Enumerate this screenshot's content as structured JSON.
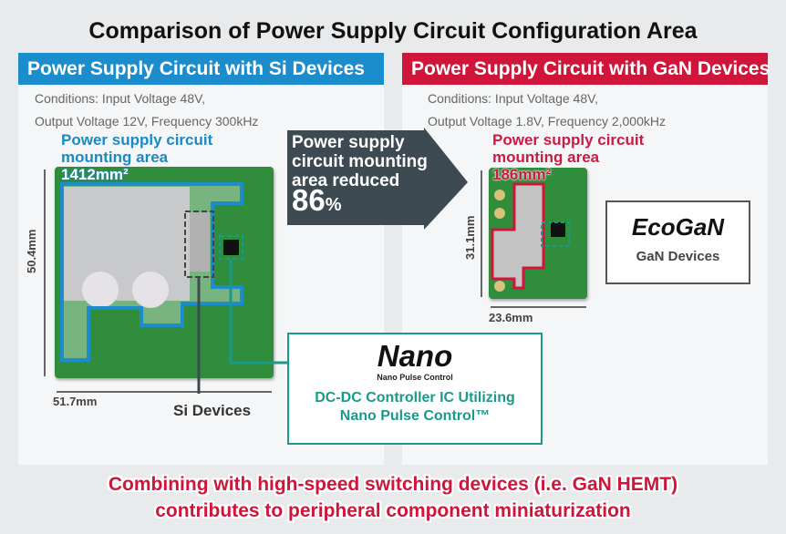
{
  "title": "Comparison of Power Supply Circuit Configuration Area",
  "si_panel": {
    "header": "Power Supply Circuit with Si Devices",
    "conditions": [
      "Conditions: Input Voltage 48V,",
      "Output Voltage 12V, Frequency 300kHz"
    ],
    "area_label": [
      "Power supply circuit",
      "mounting area",
      "1412mm²"
    ],
    "height": "50.4mm",
    "width": "51.7mm",
    "devices_label": "Si Devices",
    "color": "#1b8ccc"
  },
  "gan_panel": {
    "header": "Power Supply Circuit with GaN Devices",
    "conditions": [
      "Conditions: Input Voltage 48V,",
      "Output Voltage 1.8V, Frequency 2,000kHz"
    ],
    "area_label": [
      "Power supply circuit",
      "mounting area",
      "186mm²"
    ],
    "height": "31.1mm",
    "width": "23.6mm",
    "color": "#d0153a"
  },
  "arrow": {
    "text": [
      "Power supply",
      "circuit mounting",
      "area reduced"
    ],
    "value": "86",
    "unit": "%"
  },
  "ecogan": {
    "logo": "EcoGaN",
    "label": "GaN Devices"
  },
  "nano": {
    "logo": "Nano",
    "logo_sub": "Nano Pulse Control",
    "label": [
      "DC-DC Controller IC Utilizing",
      "Nano Pulse Control™"
    ]
  },
  "footer": [
    "Combining with high-speed switching devices (i.e. GaN HEMT)",
    "contributes to peripheral component miniaturization"
  ]
}
